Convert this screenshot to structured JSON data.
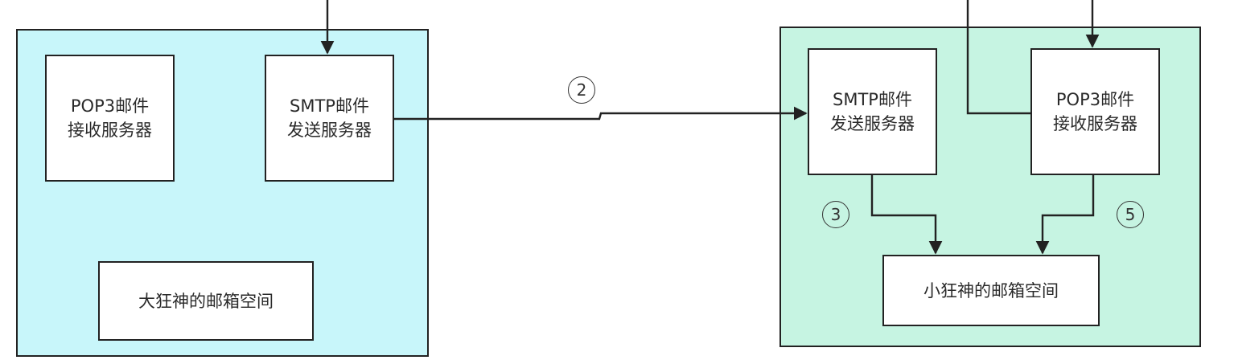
{
  "sender_domain": {
    "pop3_server": "POP3邮件\n接收服务器",
    "smtp_server": "SMTP邮件\n发送服务器",
    "mailbox": "大狂神的邮箱空间"
  },
  "receiver_domain": {
    "smtp_server": "SMTP邮件\n发送服务器",
    "pop3_server": "POP3邮件\n接收服务器",
    "mailbox": "小狂神的邮箱空间"
  },
  "steps": {
    "transfer": "2",
    "deliver": "3",
    "retrieve": "5"
  },
  "colors": {
    "sender_domain_bg": "#c8f6fa",
    "receiver_domain_bg": "#c6f4e2",
    "line": "#222222"
  }
}
